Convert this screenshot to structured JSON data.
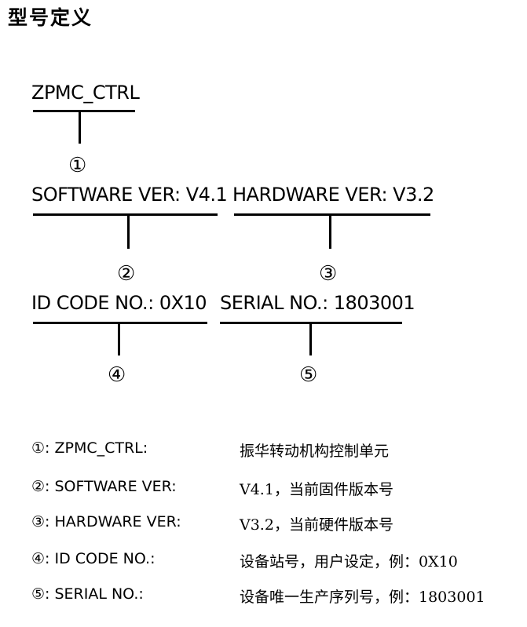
{
  "title": "型号定义",
  "diagram": {
    "model": "ZPMC_CTRL",
    "software_ver": "SOFTWARE VER: V4.1",
    "hardware_ver": "HARDWARE VER: V3.2",
    "id_code": "ID CODE NO.: 0X10",
    "serial_no": "SERIAL NO.: 1803001",
    "markers": [
      "①",
      "②",
      "③",
      "④",
      "⑤"
    ]
  },
  "legend": [
    {
      "key": "①: ZPMC_CTRL:",
      "value": "振华转动机构控制单元"
    },
    {
      "key": "②: SOFTWARE VER:",
      "value": "V4.1，当前固件版本号"
    },
    {
      "key": "③: HARDWARE VER:",
      "value": "V3.2，当前硬件版本号"
    },
    {
      "key": "④: ID CODE NO.:",
      "value": "设备站号，用户设定，例：0X10"
    },
    {
      "key": "⑤: SERIAL NO.:",
      "value": "设备唯一生产序列号，例：1803001"
    }
  ]
}
